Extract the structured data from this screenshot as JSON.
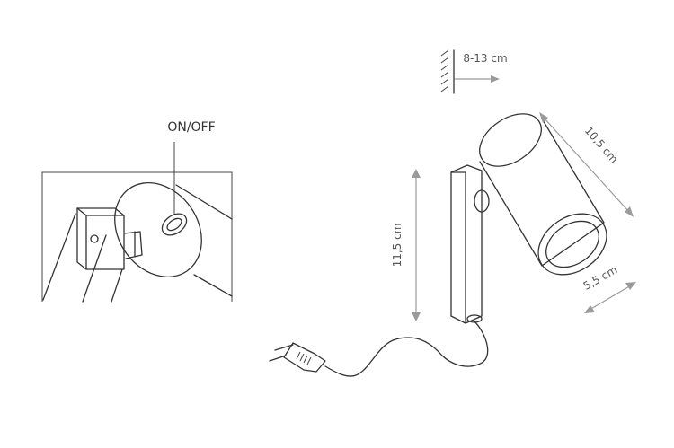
{
  "labels": {
    "switch": "ON/OFF",
    "wall_distance": "8-13 cm",
    "length": "10,5 cm",
    "height": "11,5 cm",
    "diameter": "5,5 cm"
  }
}
